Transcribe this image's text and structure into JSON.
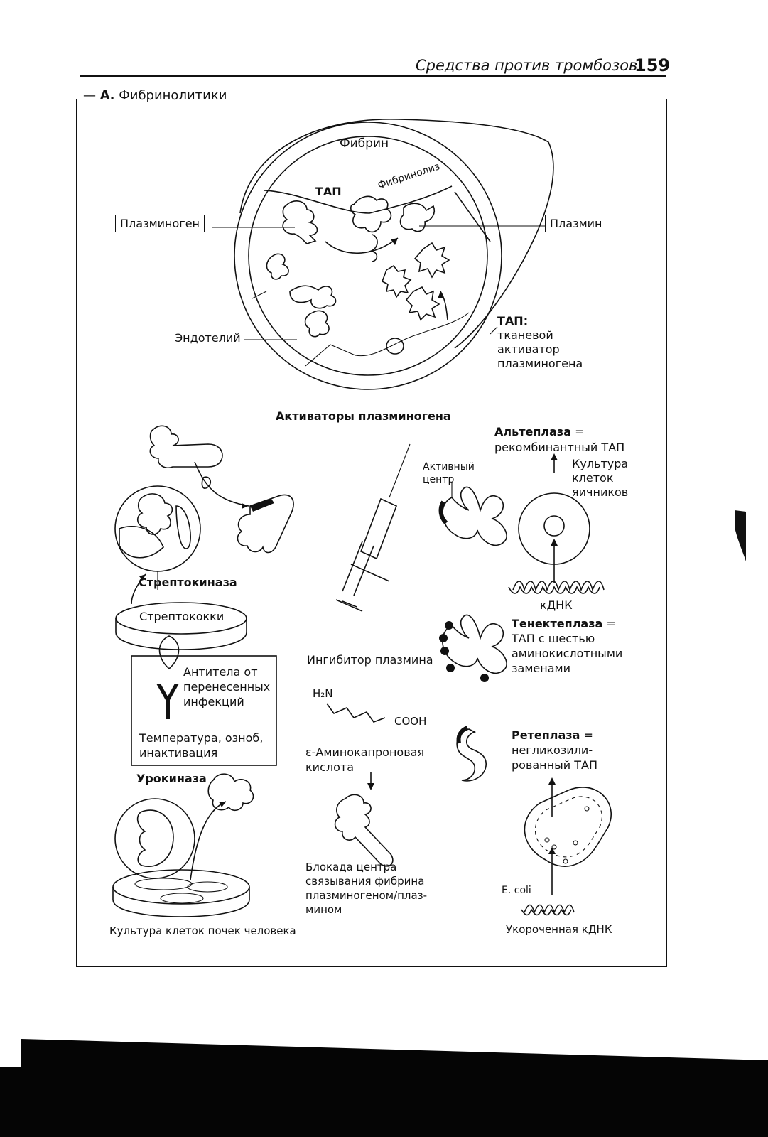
{
  "header": {
    "running_title": "Средства против тромбозов",
    "page_number": "159"
  },
  "section": {
    "letter": "А.",
    "title": "Фибринолитики"
  },
  "vessel": {
    "fibrin": "Фибрин",
    "fibrinolysis": "Фибринолиз",
    "tap": "ТАП",
    "plasminogen": "Плазминоген",
    "plasmin": "Плазмин",
    "endothelium": "Эндотелий",
    "tap_def_title": "ТАП:",
    "tap_def_lines": [
      "тканевой",
      "активатор",
      "плазминогена"
    ]
  },
  "activators": {
    "heading": "Активаторы плазминогена",
    "alteplase": {
      "name": "Альтеплаза",
      "eq": " =",
      "desc": "рекомбинантный ТАП"
    },
    "culture_lines": [
      "Культура",
      "клеток",
      "яичников"
    ],
    "active_center_lines": [
      "Активный",
      "центр"
    ],
    "cdna": "кДНК",
    "tenecteplase": {
      "name": "Тенектеплаза",
      "eq": " =",
      "desc_lines": [
        "ТАП с шестью",
        "аминокислотными",
        "заменами"
      ]
    },
    "reteplase": {
      "name": "Ретеплаза",
      "eq": " =",
      "desc_lines": [
        "негликозили-",
        "рованный ТАП"
      ]
    },
    "ecoli": "E. coli",
    "short_cdna": "Укороченная кДНК"
  },
  "streptokinase": {
    "name": "Стрептокиназа",
    "streptococci": "Стрептококки",
    "antibody_lines": [
      "Антитела от",
      "перенесенных",
      "инфекций"
    ],
    "side_effect_lines": [
      "Температура, озноб,",
      "инактивация"
    ]
  },
  "urokinase": {
    "name": "Урокиназа",
    "culture": "Культура клеток почек человека"
  },
  "inhibitor": {
    "label": "Ингибитор плазмина",
    "h2n": "H₂N",
    "cooh": "COOH",
    "acid_lines": [
      "ε-Аминокапроновая",
      "кислота"
    ],
    "block_lines": [
      "Блокада центра",
      "связывания фибрина",
      "плазминогеном/плаз-",
      "мином"
    ]
  }
}
